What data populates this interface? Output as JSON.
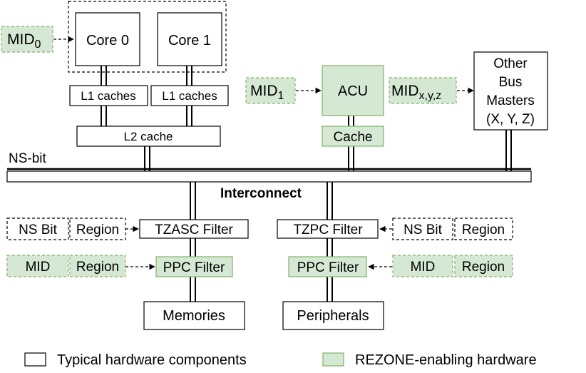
{
  "cores": {
    "core0": "Core 0",
    "core1": "Core 1"
  },
  "caches": {
    "l1_left": "L1 caches",
    "l1_right": "L1 caches",
    "l2": "L2 cache"
  },
  "mids": {
    "mid0": {
      "base": "MID",
      "sub": "0"
    },
    "mid1": {
      "base": "MID",
      "sub": "1"
    },
    "midxyz": {
      "base": "MID",
      "sub": "x,y,z"
    }
  },
  "acu": {
    "label": "ACU",
    "cache": "Cache"
  },
  "other_masters": {
    "line1": "Other",
    "line2": "Bus",
    "line3": "Masters",
    "line4": "(X, Y, Z)"
  },
  "ns_bit_label": "NS-bit",
  "interconnect": "Interconnect",
  "left_filters": {
    "ns_bit": "NS Bit",
    "region": "Region",
    "tzasc": "TZASC Filter",
    "mid": "MID",
    "region2": "Region",
    "ppc": "PPC Filter"
  },
  "right_filters": {
    "tzpc": "TZPC Filter",
    "ns_bit": "NS Bit",
    "region": "Region",
    "ppc": "PPC Filter",
    "mid": "MID",
    "region2": "Region"
  },
  "memories": "Memories",
  "peripherals": "Peripherals",
  "legend": {
    "typical": "Typical hardware components",
    "rezone": "REZONE-enabling hardware"
  },
  "colors": {
    "green_fill": "#d5e8d4",
    "green_stroke": "#82b366"
  }
}
